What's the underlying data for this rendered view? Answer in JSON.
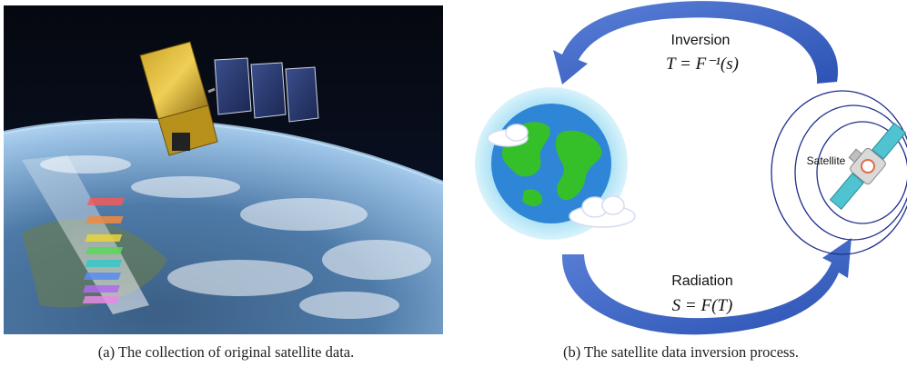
{
  "panel_a": {
    "caption": "(a)  The collection of original satellite data."
  },
  "panel_b": {
    "caption": "(b)  The satellite data inversion process.",
    "inversion_label": "Inversion",
    "inversion_formula": "T = F⁻¹(s)",
    "radiation_label": "Radiation",
    "radiation_formula": "S = F(T)",
    "satellite_label": "Satellite"
  },
  "colors": {
    "arrow": "#3f67c4",
    "earth_land": "#35c02a",
    "earth_ocean": "#2f86d6",
    "atmosphere": "#bfe9f8",
    "orbit": "#1e2f8c"
  }
}
